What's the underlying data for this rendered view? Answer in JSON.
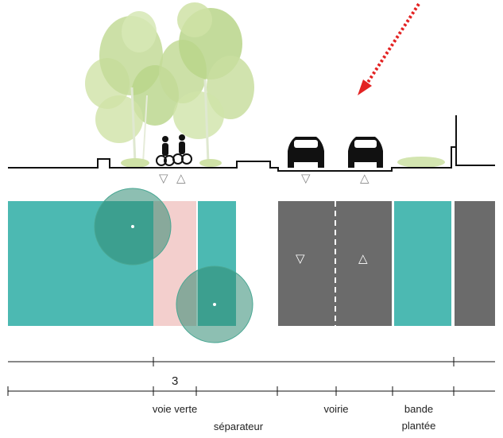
{
  "colors": {
    "teal": "#4cb9b2",
    "teal_dark": "#2e8f7d",
    "teal_circle": "#2f8b72",
    "pink": "#f3cfcd",
    "grey": "#6b6b6b",
    "tree_light": "#c9dea0",
    "tree_mid": "#a9c97c",
    "arrow": "#e32222",
    "line": "#111111"
  },
  "icons": {
    "arrow": "red-dotted-arrow-icon",
    "car": "car-icon",
    "bike": "cyclist-icon",
    "tree": "tree-icon",
    "lamp": "street-lamp-icon"
  },
  "markers": {
    "down": "▽",
    "up": "△"
  },
  "dimension": {
    "value": "3"
  },
  "labels": {
    "voie_verte": "voie verte",
    "separateur": "séparateur",
    "voirie": "voirie",
    "bande_line1": "bande",
    "bande_line2": "plantée"
  }
}
